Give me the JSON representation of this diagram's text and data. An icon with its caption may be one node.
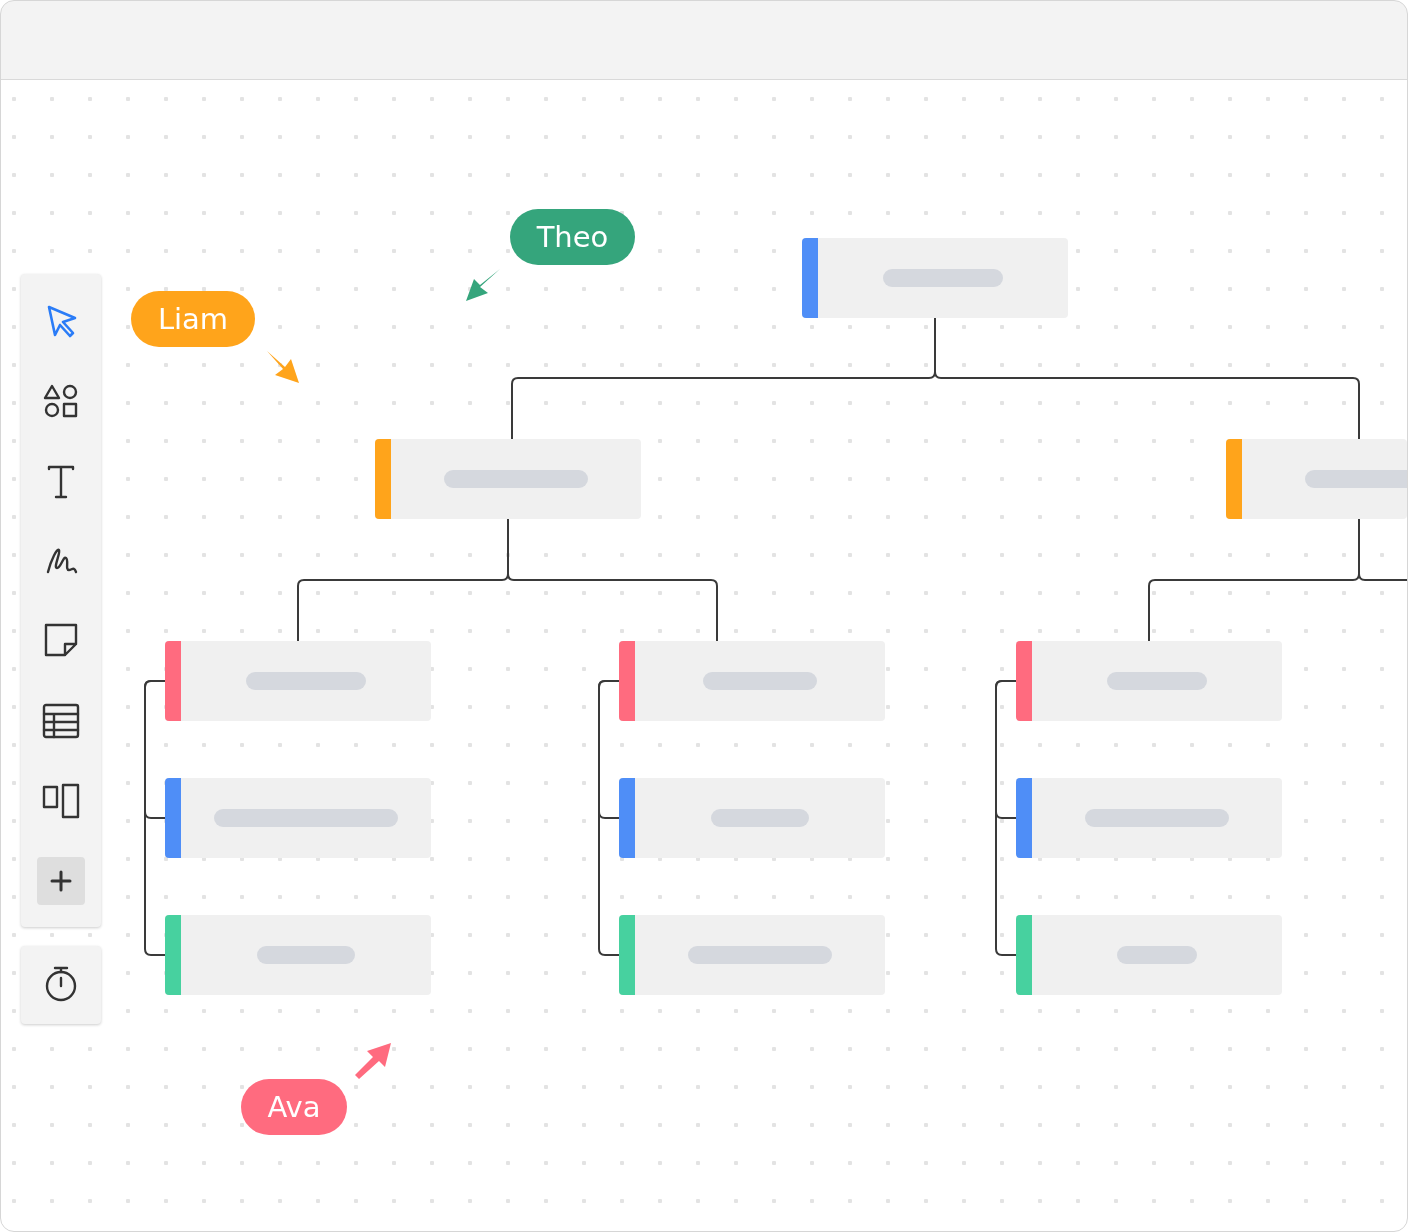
{
  "diagram": {
    "nodes": [
      {
        "text": [],
        "shape": "box"
      },
      {
        "text": [],
        "shape": "box"
      },
      {
        "text": [],
        "shape": "box"
      },
      {
        "text": [],
        "shape": "box"
      },
      {
        "text": [],
        "shape": "box"
      },
      {
        "text": [],
        "shape": "box"
      },
      {
        "text": [],
        "shape": "box"
      },
      {
        "text": [],
        "shape": "box"
      },
      {
        "text": [],
        "shape": "box"
      },
      {
        "text": [],
        "shape": "box"
      },
      {
        "text": [],
        "shape": "box"
      },
      {
        "text": [],
        "shape": "box"
      },
      {
        "text": [
          "Theo"
        ]
      },
      {
        "text": [
          "Liam"
        ]
      },
      {
        "text": [
          "Ava"
        ]
      }
    ],
    "edges": [
      {
        "from": 0,
        "to": 1,
        "arrow": "none"
      },
      {
        "from": 0,
        "to": 2,
        "arrow": "none"
      },
      {
        "from": 1,
        "to": 3,
        "arrow": "none"
      },
      {
        "from": 1,
        "to": 6,
        "arrow": "none"
      },
      {
        "from": 2,
        "to": 9,
        "arrow": "none"
      },
      {
        "from": 2,
        "to": null,
        "arrow": "none"
      },
      {
        "from": 3,
        "to": 4,
        "arrow": "none"
      },
      {
        "from": 3,
        "to": 5,
        "arrow": "none"
      },
      {
        "from": 6,
        "to": 7,
        "arrow": "none"
      },
      {
        "from": 6,
        "to": 8,
        "arrow": "none"
      },
      {
        "from": 9,
        "to": 10,
        "arrow": "none"
      },
      {
        "from": 9,
        "to": 11,
        "arrow": "none"
      }
    ]
  }
}
